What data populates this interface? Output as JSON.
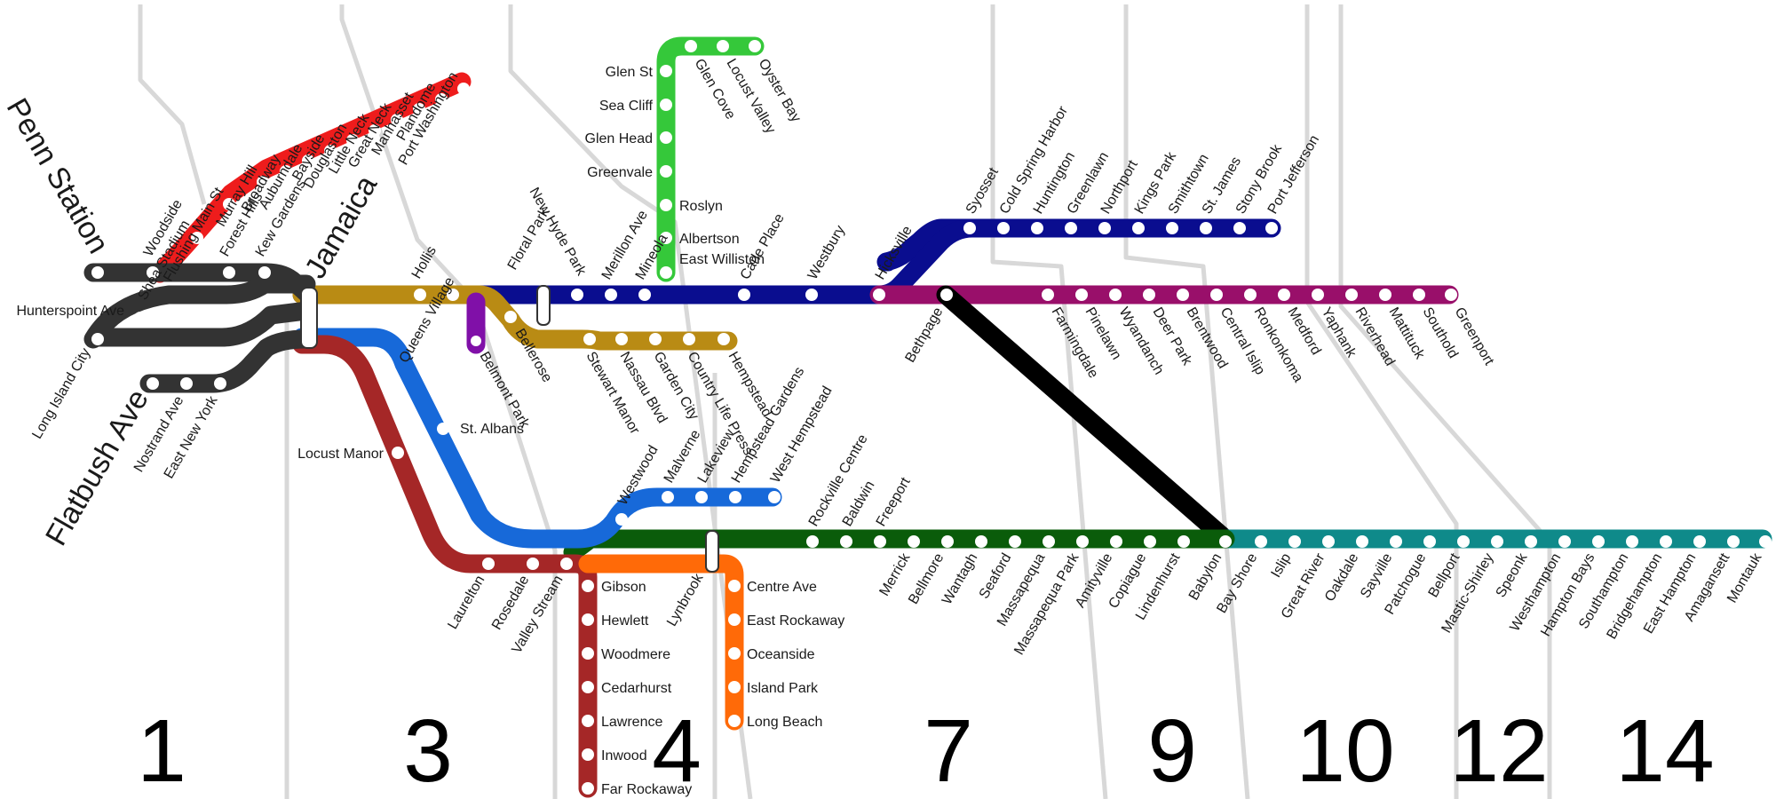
{
  "colors": {
    "city_terminal": "#333333",
    "port_washington": "#ee1c1c",
    "oyster_bay": "#35c83a",
    "hempstead": "#b98b14",
    "main_line": "#0a0d8f",
    "ronkonkoma_greenport": "#990f6a",
    "central_branch": "#000000",
    "west_hempstead": "#1769d9",
    "far_rockaway": "#a52727",
    "long_beach": "#ff6a08",
    "babylon": "#0a5c0a",
    "montauk": "#0f8a8a",
    "belmont": "#8010a8",
    "zone_boundary": "#d8d8d8"
  },
  "hubs": {
    "penn_station": "Penn Station",
    "jamaica": "Jamaica",
    "flatbush": "Flatbush Ave"
  },
  "zones": [
    "1",
    "3",
    "4",
    "7",
    "9",
    "10",
    "12",
    "14"
  ],
  "lines": {
    "city_terminal": [
      "Woodside",
      "Forest Hills",
      "Kew Gardens",
      "Hunterspoint Ave",
      "Long Island City",
      "Nostrand Ave",
      "East New York"
    ],
    "port_washington": [
      "Shea Stadium",
      "Flushing Main St",
      "Murray Hill",
      "Broadway",
      "Auburndale",
      "Bayside",
      "Douglaston",
      "Little Neck",
      "Great Neck",
      "Manhasset",
      "Plandome",
      "Port Washington"
    ],
    "oyster_bay": [
      "East Williston",
      "Albertson",
      "Roslyn",
      "Greenvale",
      "Glen Head",
      "Sea Cliff",
      "Glen St",
      "Glen Cove",
      "Locust Valley",
      "Oyster Bay"
    ],
    "hempstead": [
      "Hollis",
      "Queens Village",
      "Bellerose",
      "Floral Park",
      "Stewart Manor",
      "Nassau Blvd",
      "Garden City",
      "Country Life Press",
      "Hempstead"
    ],
    "belmont": [
      "Belmont Park"
    ],
    "main_line": [
      "New Hyde Park",
      "Merillon Ave",
      "Mineola",
      "Carle Place",
      "Westbury",
      "Hicksville"
    ],
    "port_jefferson": [
      "Syosset",
      "Cold Spring Harbor",
      "Huntington",
      "Greenlawn",
      "Northport",
      "Kings Park",
      "Smithtown",
      "St. James",
      "Stony Brook",
      "Port Jefferson"
    ],
    "ronkonkoma_greenport": [
      "Bethpage",
      "Farmingdale",
      "Pinelawn",
      "Wyandanch",
      "Deer Park",
      "Brentwood",
      "Central Islip",
      "Ronkonkoma",
      "Medford",
      "Yaphank",
      "Riverhead",
      "Mattituck",
      "Southold",
      "Greenport"
    ],
    "west_hempstead": [
      "St. Albans",
      "Westwood",
      "Malverne",
      "Lakeview",
      "Hempstead Gardens",
      "West Hempstead"
    ],
    "far_rockaway": [
      "Locust Manor",
      "Laurelton",
      "Rosedale",
      "Valley Stream",
      "Gibson",
      "Hewlett",
      "Woodmere",
      "Cedarhurst",
      "Lawrence",
      "Inwood",
      "Far Rockaway"
    ],
    "long_beach": [
      "Lynbrook",
      "Centre Ave",
      "East Rockaway",
      "Oceanside",
      "Island Park",
      "Long Beach"
    ],
    "babylon": [
      "Rockville Centre",
      "Baldwin",
      "Freeport",
      "Merrick",
      "Bellmore",
      "Wantagh",
      "Seaford",
      "Massapequa",
      "Massapequa Park",
      "Amityville",
      "Copiague",
      "Lindenhurst",
      "Babylon"
    ],
    "montauk": [
      "Bay Shore",
      "Islip",
      "Great River",
      "Oakdale",
      "Sayville",
      "Patchogue",
      "Bellport",
      "Mastic-Shirley",
      "Speonk",
      "Westhampton",
      "Hampton Bays",
      "Southampton",
      "Bridgehampton",
      "East Hampton",
      "Amagansett",
      "Montauk"
    ]
  }
}
